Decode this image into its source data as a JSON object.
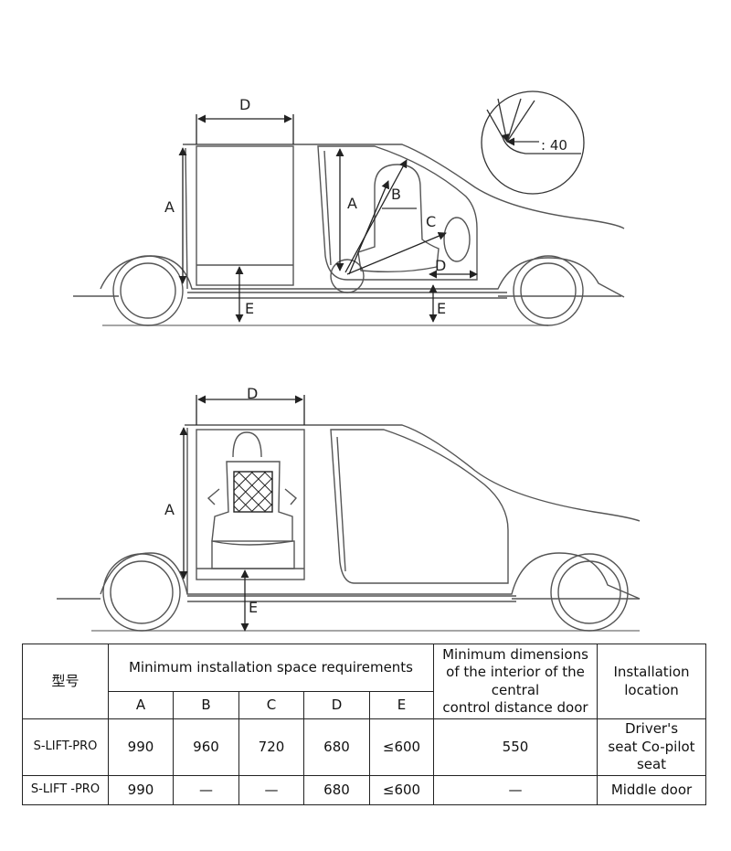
{
  "diagram_top": {
    "labels": {
      "d_left": "D",
      "a_left": "A",
      "e_left": "E",
      "a_right": "A",
      "b": "B",
      "c": "C",
      "d_right": "D",
      "e_right": "E",
      "angle": ": 40"
    }
  },
  "diagram_bottom": {
    "labels": {
      "d": "D",
      "a": "A",
      "e": "E"
    }
  },
  "table": {
    "header": {
      "model": "型号",
      "min_space": "Minimum installation space requirements",
      "min_door_line1": "Minimum dimensions",
      "min_door_line2": "of the interior of the",
      "min_door_line3": "central",
      "min_door_line4": "control distance door",
      "location_line1": "Installation",
      "location_line2": "location",
      "cols": [
        "A",
        "B",
        "C",
        "D",
        "E"
      ]
    },
    "rows": [
      {
        "model": "S-LIFT-PRO",
        "A": "990",
        "B": "960",
        "C": "720",
        "D": "680",
        "E": "≤600",
        "door": "550",
        "loc_line1": "Driver's",
        "loc_line2": "seat Co-pilot",
        "loc_line3": "seat"
      },
      {
        "model": "S-LIFT -PRO",
        "A": "990",
        "B": "—",
        "C": "—",
        "D": "680",
        "E": "≤600",
        "door": "—",
        "loc_line1": "Middle door"
      }
    ]
  }
}
